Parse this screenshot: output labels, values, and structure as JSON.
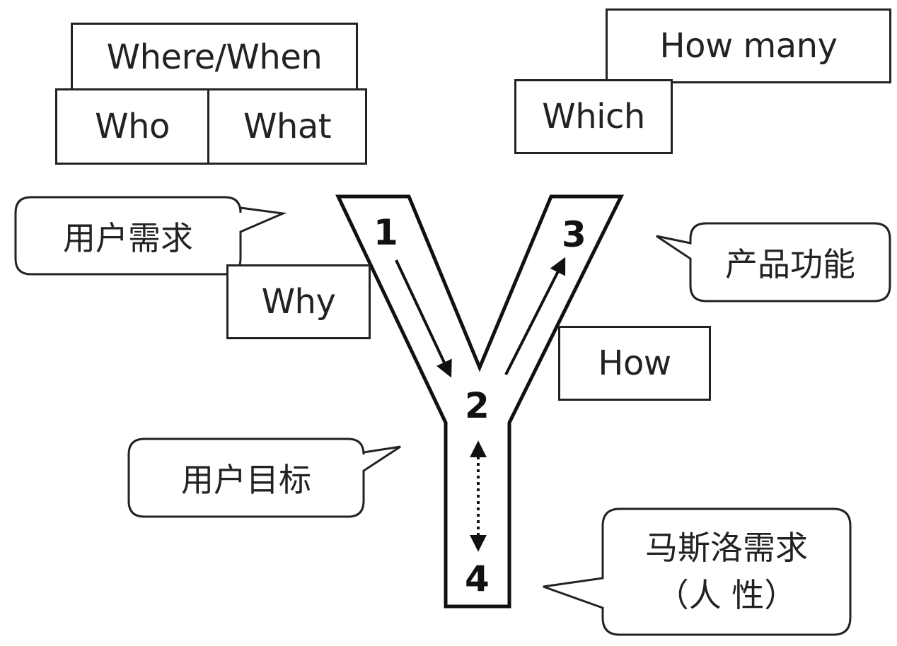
{
  "diagram": {
    "boxes": {
      "where_when": "Where/When",
      "who": "Who",
      "what": "What",
      "how_many": "How many",
      "which": "Which",
      "why": "Why",
      "how": "How"
    },
    "bubbles": {
      "user_needs": "用户需求",
      "product_features": "产品功能",
      "user_goals": "用户目标",
      "maslow_line1": "马斯洛需求",
      "maslow_line2": "（人 性）"
    },
    "steps": [
      "1",
      "2",
      "3",
      "4"
    ]
  }
}
